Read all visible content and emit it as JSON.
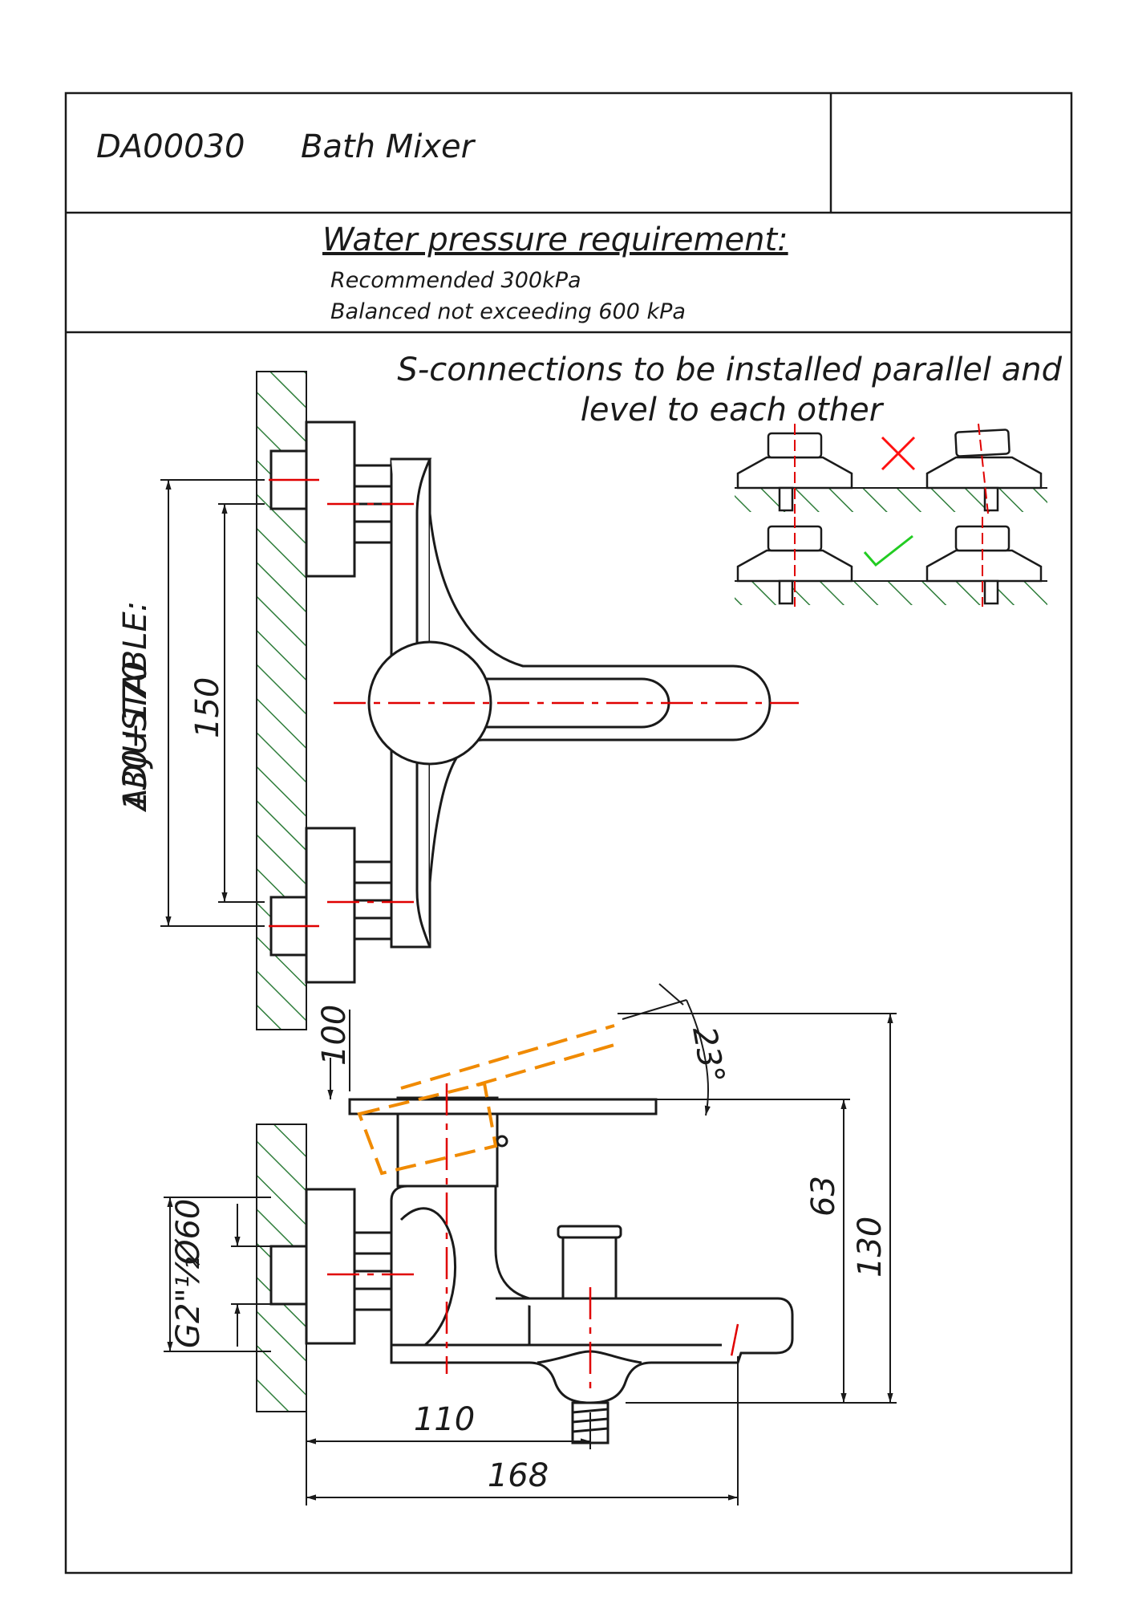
{
  "title_block": {
    "product_code": "DA00030",
    "product_name": "Bath Mixer"
  },
  "pressure": {
    "heading": "Water pressure requirement:",
    "recommended": "Recommended 300kPa",
    "balanced": "Balanced not exceeding 600 kPa"
  },
  "install_note": {
    "line1": "S-connections to be installed parallel and",
    "line2": "level to each other"
  },
  "dimensions": {
    "adjustable_label": "ADJUSTABLE:",
    "adjustable_range": "130+170",
    "centers": "150",
    "wall_to_lever": "100",
    "lever_angle": "23°",
    "lever_height": "63",
    "overall_height": "130",
    "outlet_reach": "110",
    "overall_depth": "168",
    "thread_label": "G2\"½",
    "flange_dia": "Ø60"
  },
  "colors": {
    "line": "#1a1a1a",
    "wall_hatch": "#2e7d3a",
    "centerline": "#e00000",
    "lever_ghost": "#f08a00",
    "wrong_mark": "#ff1010",
    "right_mark": "#22cc22"
  }
}
